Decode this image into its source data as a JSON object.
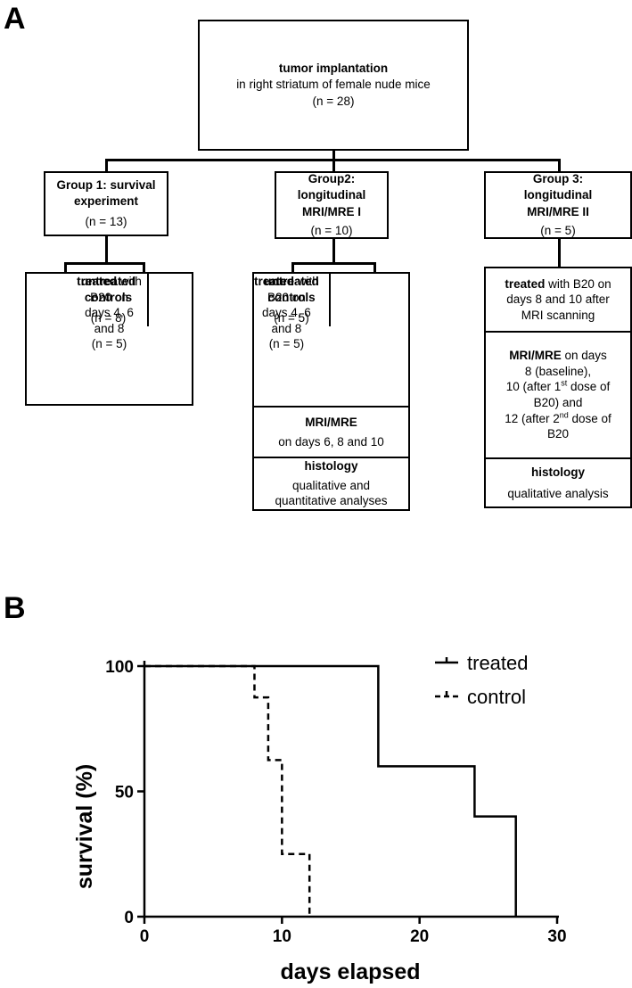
{
  "panel_a": {
    "label": "A",
    "top": {
      "title": "tumor implantation",
      "subtitle": "in right striatum of female nude mice",
      "n": "(n = 28)"
    },
    "group1": {
      "title_line1": "Group 1: survival",
      "title_line2": "experiment",
      "n": "(n = 13)",
      "untreated_l1": "untreated",
      "untreated_l2": "controls",
      "untreated_n": "(n = 8)",
      "treated_bold": "treated",
      "treated_tail": " with",
      "treated_l2": "B20 on",
      "treated_l3": "days 4, 6",
      "treated_l4": "and 8",
      "treated_n": "(n = 5)"
    },
    "group2": {
      "title_line1": "Group2:",
      "title_line2": "longitudinal",
      "title_line3": "MRI/MRE I",
      "n": "(n = 10)",
      "untreated_l1": "untreated",
      "untreated_l2": "controls",
      "untreated_n": "(n = 5)",
      "treated_bold": "treated",
      "treated_tail": " with",
      "treated_l2": "B20 on",
      "treated_l3": "days 4, 6",
      "treated_l4": "and 8",
      "treated_n": "(n = 5)",
      "mri_title": "MRI/MRE",
      "mri_text": "on days 6, 8 and 10",
      "histo_title": "histology",
      "histo_l1": "qualitative and",
      "histo_l2": "quantitative analyses"
    },
    "group3": {
      "title_line1": "Group 3:",
      "title_line2": "longitudinal",
      "title_line3": "MRI/MRE II",
      "n": "(n = 5)",
      "treated_bold": "treated",
      "treated_tail": " with B20 on",
      "treated_l2": "days 8 and 10 after",
      "treated_l3": "MRI scanning",
      "mri_bold": "MRI/MRE",
      "mri_tail": " on days",
      "mri_l2": "8 (baseline),",
      "mri_l3a": "10 (after 1",
      "mri_l3sup": "st",
      "mri_l3b": " dose of",
      "mri_l4": "B20) and",
      "mri_l5a": "12 (after 2",
      "mri_l5sup": "nd",
      "mri_l5b": " dose of",
      "mri_l6": "B20",
      "histo_title": "histology",
      "histo_text": "qualitative analysis"
    }
  },
  "panel_b": {
    "label": "B"
  },
  "chart_data": {
    "type": "line",
    "xlabel": "days elapsed",
    "ylabel": "survival (%)",
    "xlim": [
      0,
      30
    ],
    "ylim": [
      0,
      100
    ],
    "xticks": [
      0,
      10,
      20,
      30
    ],
    "yticks": [
      0,
      50,
      100
    ],
    "legend_position": "top-right",
    "grid": false,
    "series": [
      {
        "name": "treated",
        "style": "solid",
        "color": "#000000",
        "x": [
          0,
          17,
          17,
          24,
          24,
          27,
          27
        ],
        "y": [
          100,
          100,
          60,
          60,
          40,
          40,
          0
        ]
      },
      {
        "name": "control",
        "style": "dashed",
        "color": "#000000",
        "x": [
          0,
          8,
          8,
          9,
          9,
          10,
          10,
          12,
          12
        ],
        "y": [
          100,
          100,
          87.5,
          87.5,
          62.5,
          62.5,
          25,
          25,
          0
        ]
      }
    ]
  }
}
